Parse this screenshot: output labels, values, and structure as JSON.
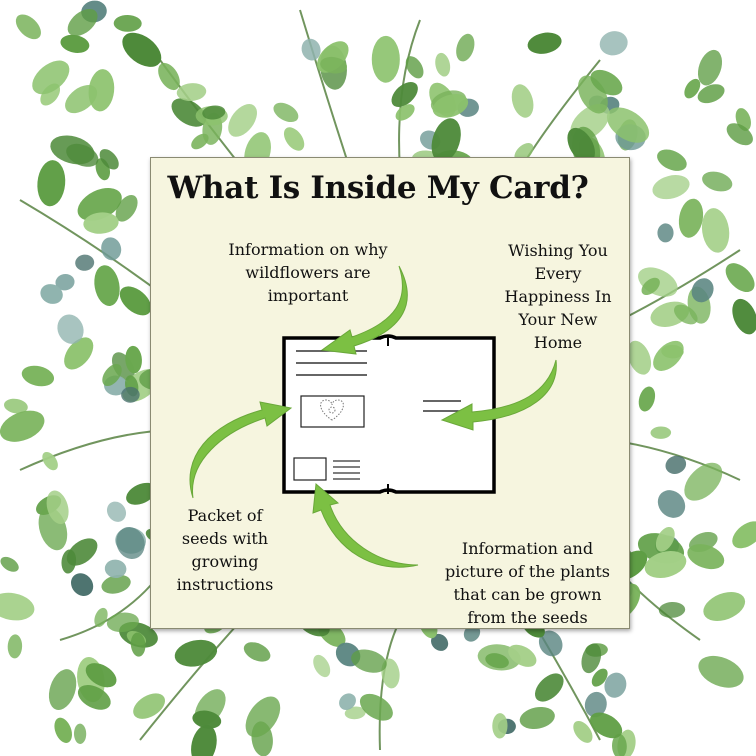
{
  "title": "What Is Inside My Card?",
  "labels": {
    "info": "Information on why\nwildflowers are\nimportant",
    "wish": "Wishing You\nEvery\nHappiness In\nYour New\nHome",
    "packet": "Packet of\nseeds with\ngrowing\ninstructions",
    "plants": "Information and\npicture of the plants\nthat can be grown\nfrom the seeds"
  },
  "colors": {
    "card_background": "#f6f5df",
    "arrow_green": "#7cc043",
    "leaf_green": "#6aa84f",
    "eucalyptus": "#6f9a96"
  }
}
